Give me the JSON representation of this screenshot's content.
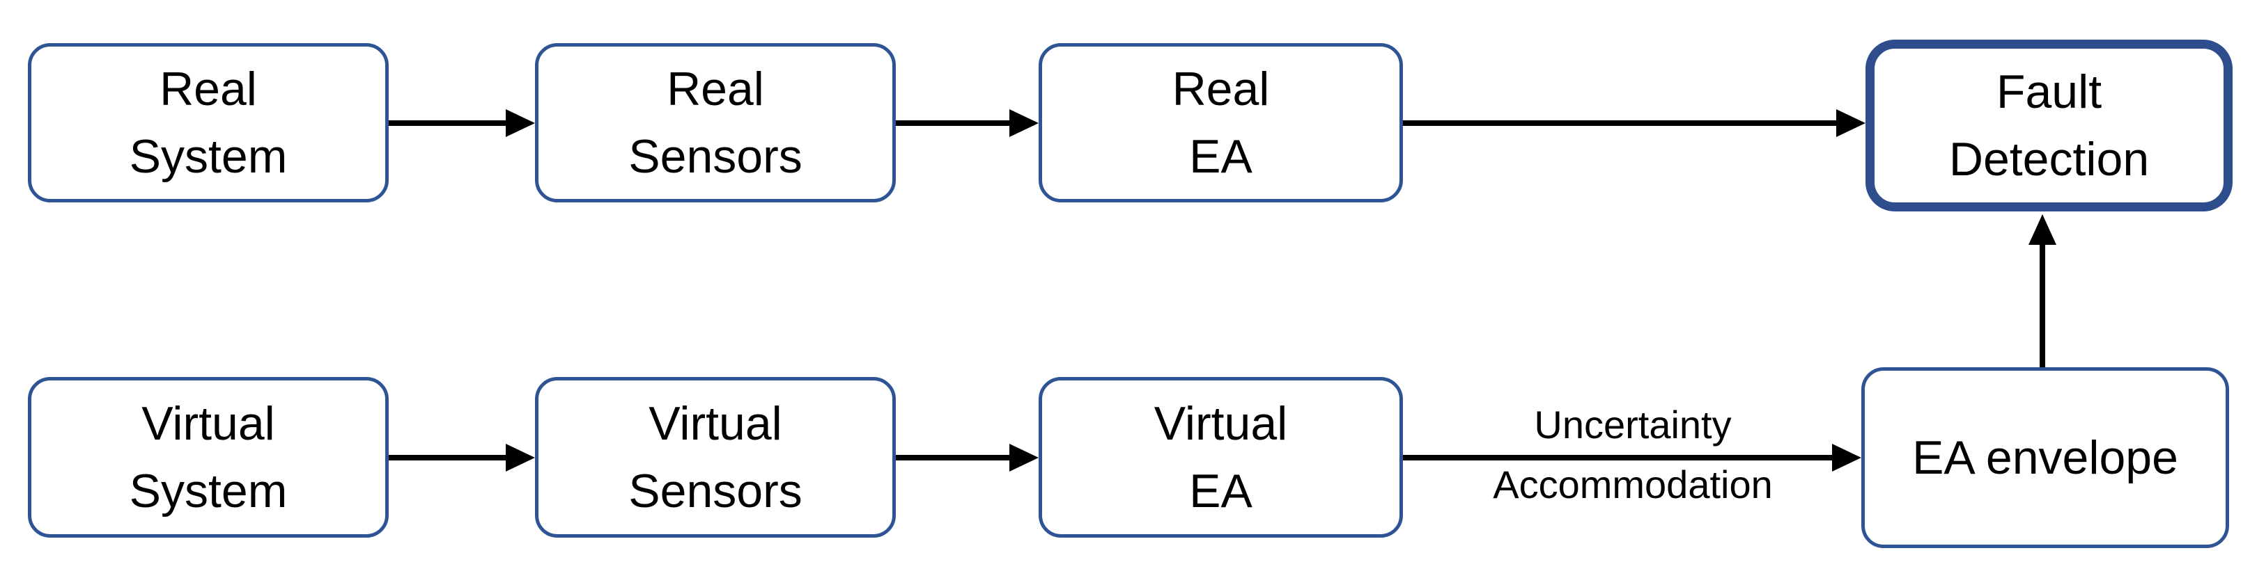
{
  "figure": {
    "type": "flow-diagram",
    "background": "#ffffff",
    "box_border_color": "#2F5496",
    "emphasis_border_color": "#2E4D8C",
    "arrow_color": "#000000",
    "text_color": "#000000"
  },
  "boxes": {
    "real_system": {
      "label": "Real\nSystem"
    },
    "real_sensors": {
      "label": "Real\nSensors"
    },
    "real_ea": {
      "label": "Real\nEA"
    },
    "fault_detection": {
      "label": "Fault\nDetection",
      "emphasized": true
    },
    "virtual_system": {
      "label": "Virtual\nSystem"
    },
    "virtual_sensors": {
      "label": "Virtual\nSensors"
    },
    "virtual_ea": {
      "label": "Virtual\nEA"
    },
    "ea_envelope": {
      "label": "EA envelope"
    }
  },
  "arrow_label": {
    "line1": "Uncertainty",
    "line2": "Accommodation"
  },
  "connections": [
    {
      "from": "Real System",
      "to": "Real Sensors",
      "label": ""
    },
    {
      "from": "Real Sensors",
      "to": "Real EA",
      "label": ""
    },
    {
      "from": "Real EA",
      "to": "Fault Detection",
      "label": ""
    },
    {
      "from": "Virtual System",
      "to": "Virtual Sensors",
      "label": ""
    },
    {
      "from": "Virtual Sensors",
      "to": "Virtual EA",
      "label": ""
    },
    {
      "from": "Virtual EA",
      "to": "EA envelope",
      "label": "Uncertainty Accommodation"
    },
    {
      "from": "EA envelope",
      "to": "Fault Detection",
      "label": ""
    }
  ]
}
